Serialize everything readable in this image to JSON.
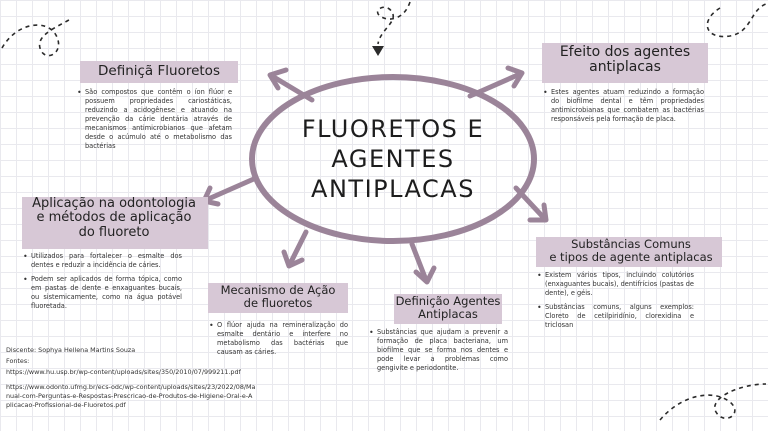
{
  "colors": {
    "accent": "#9b8499",
    "highlight": "#d7c8d6",
    "ink": "#2b2b2b"
  },
  "center": {
    "title_line1": "FLUORETOS E",
    "title_line2": "AGENTES",
    "title_line3": "ANTIPLACAS"
  },
  "topics": {
    "definicao_fluoretos": {
      "heading": "Definiçã Fluoretos",
      "bullets": [
        "São compostos que contêm o íon flúor e possuem propriedades cariostáticas, reduzindo a acidogênese e atuando na prevenção da cárie dentária através de mecanismos antimicrobianos que afetam desde o acúmulo até o metabolismo das bactérias"
      ]
    },
    "efeito_agentes": {
      "heading_line1": "Efeito dos agentes",
      "heading_line2": "antiplacas",
      "bullets": [
        "Estes agentes atuam reduzindo a formação do biofilme dental e têm propriedades antimicrobianas que combatem as bactérias responsáveis pela formação de placa."
      ]
    },
    "aplicacao": {
      "heading_line1": "Aplicação na odontologia",
      "heading_line2": "e métodos de aplicação",
      "heading_line3": "do fluoreto",
      "bullets": [
        "Utilizados para fortalecer o esmalte dos dentes e reduzir a incidência de cáries.",
        "Podem ser aplicados de forma tópica, como em pastas de dente e enxaguantes bucais, ou sistemicamente, como na água potável fluoretada."
      ]
    },
    "substancias": {
      "heading_line1": "Substâncias Comuns",
      "heading_line2": "e tipos de agente antiplacas",
      "bullets": [
        "Existem vários tipos, incluindo colutórios (enxaguantes bucais), dentifrícios (pastas de dente), e géis.",
        "Substâncias comuns, alguns exemplos: Cloreto de cetilpiridínio, clorexidina e triclosan"
      ]
    },
    "mecanismo": {
      "heading_line1": "Mecanismo de Ação",
      "heading_line2": "de fluoretos",
      "bullets": [
        "O flúor ajuda na remineralização do esmalte dentário e interfere no metabolismo das bactérias que causam as cáries."
      ]
    },
    "definicao_agentes": {
      "heading_line1": "Definição Agentes",
      "heading_line2": "Antiplacas",
      "bullets": [
        "Substâncias que ajudam a prevenir a formação de placa bacteriana, um biofilme que se forma nos dentes e pode levar a problemas como gengivite e periodontite."
      ]
    }
  },
  "credits": {
    "student": "Discente: Sophya Hellena Martins Souza",
    "sources_label": "Fontes:",
    "link1": "https://www.hu.usp.br/wp-content/uploads/sites/350/2010/07/999211.pdf",
    "link2": "https://www.odonto.ufmg.br/ecs-odc/wp-content/uploads/sites/23/2022/08/Manual-com-Perguntas-e-Respostas-Prescricao-de-Produtos-de-Higiene-Oral-e-Aplicacao-Profissional-de-Fluoretos.pdf"
  }
}
